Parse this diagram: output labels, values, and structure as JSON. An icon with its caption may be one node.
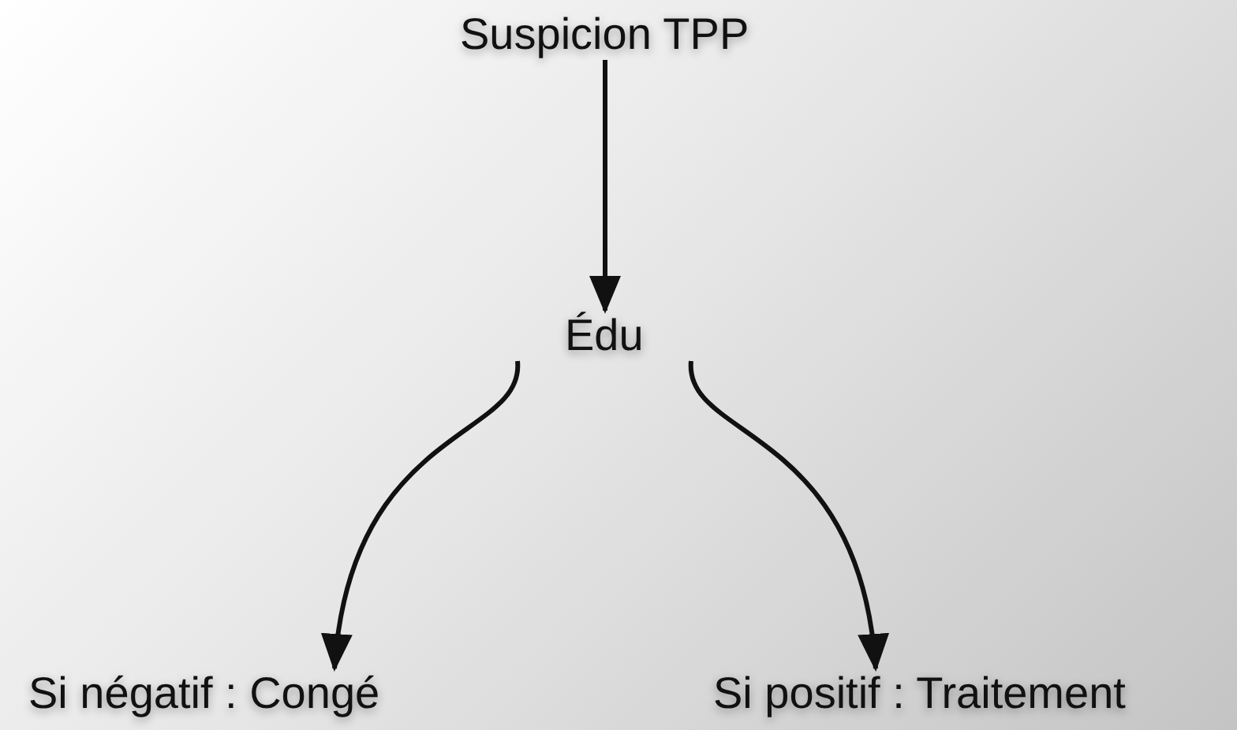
{
  "diagram": {
    "nodes": [
      {
        "text": [
          "Suspicion TPP"
        ]
      },
      {
        "text": [
          "Édu"
        ]
      },
      {
        "text": [
          "Si négatif : Congé"
        ]
      },
      {
        "text": [
          "Si positif : Traitement"
        ]
      }
    ],
    "edges": [
      {
        "from": 0,
        "to": 1,
        "arrow": "to"
      },
      {
        "from": 1,
        "to": 2,
        "arrow": "to"
      },
      {
        "from": 1,
        "to": 3,
        "arrow": "to"
      }
    ]
  }
}
